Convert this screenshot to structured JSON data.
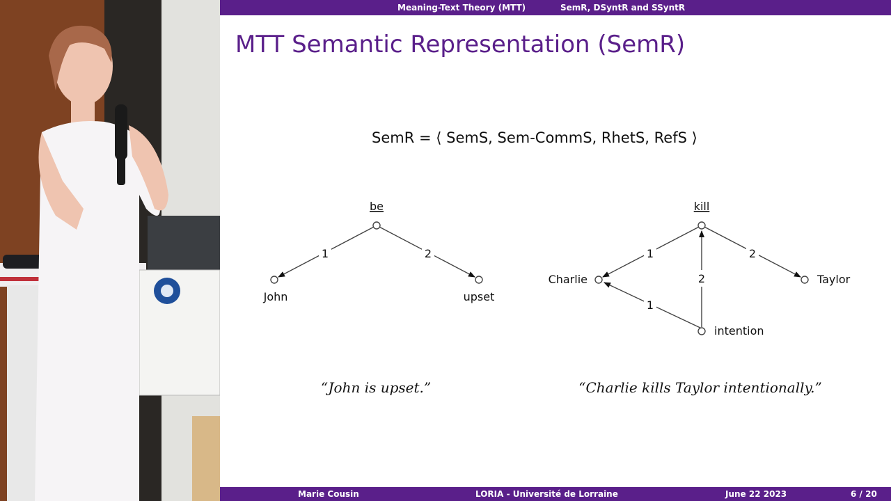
{
  "header": {
    "left": "Meaning-Text Theory (MTT)",
    "right": "SemR, DSyntR and SSyntR"
  },
  "slide": {
    "title": "MTT Semantic Representation (SemR)",
    "formula": "SemR = ⟨ SemS, Sem-CommS, RhetS, RefS ⟩"
  },
  "graph1": {
    "root": "be",
    "left_node": "John",
    "right_node": "upset",
    "edge_left": "1",
    "edge_right": "2",
    "example": "“John is upset.”"
  },
  "graph2": {
    "root": "kill",
    "left_node": "Charlie",
    "right_node": "Taylor",
    "bottom_node": "intention",
    "edge_root_left": "1",
    "edge_root_right": "2",
    "edge_bottom_root": "2",
    "edge_bottom_left": "1",
    "example": "“Charlie kills Taylor intentionally.”"
  },
  "footer": {
    "author": "Marie Cousin",
    "institution": "LORIA - Université de Lorraine",
    "date": "June 22 2023",
    "page": "6 / 20"
  },
  "colors": {
    "theme": "#5a1f8a",
    "title": "#5a1f8a"
  }
}
